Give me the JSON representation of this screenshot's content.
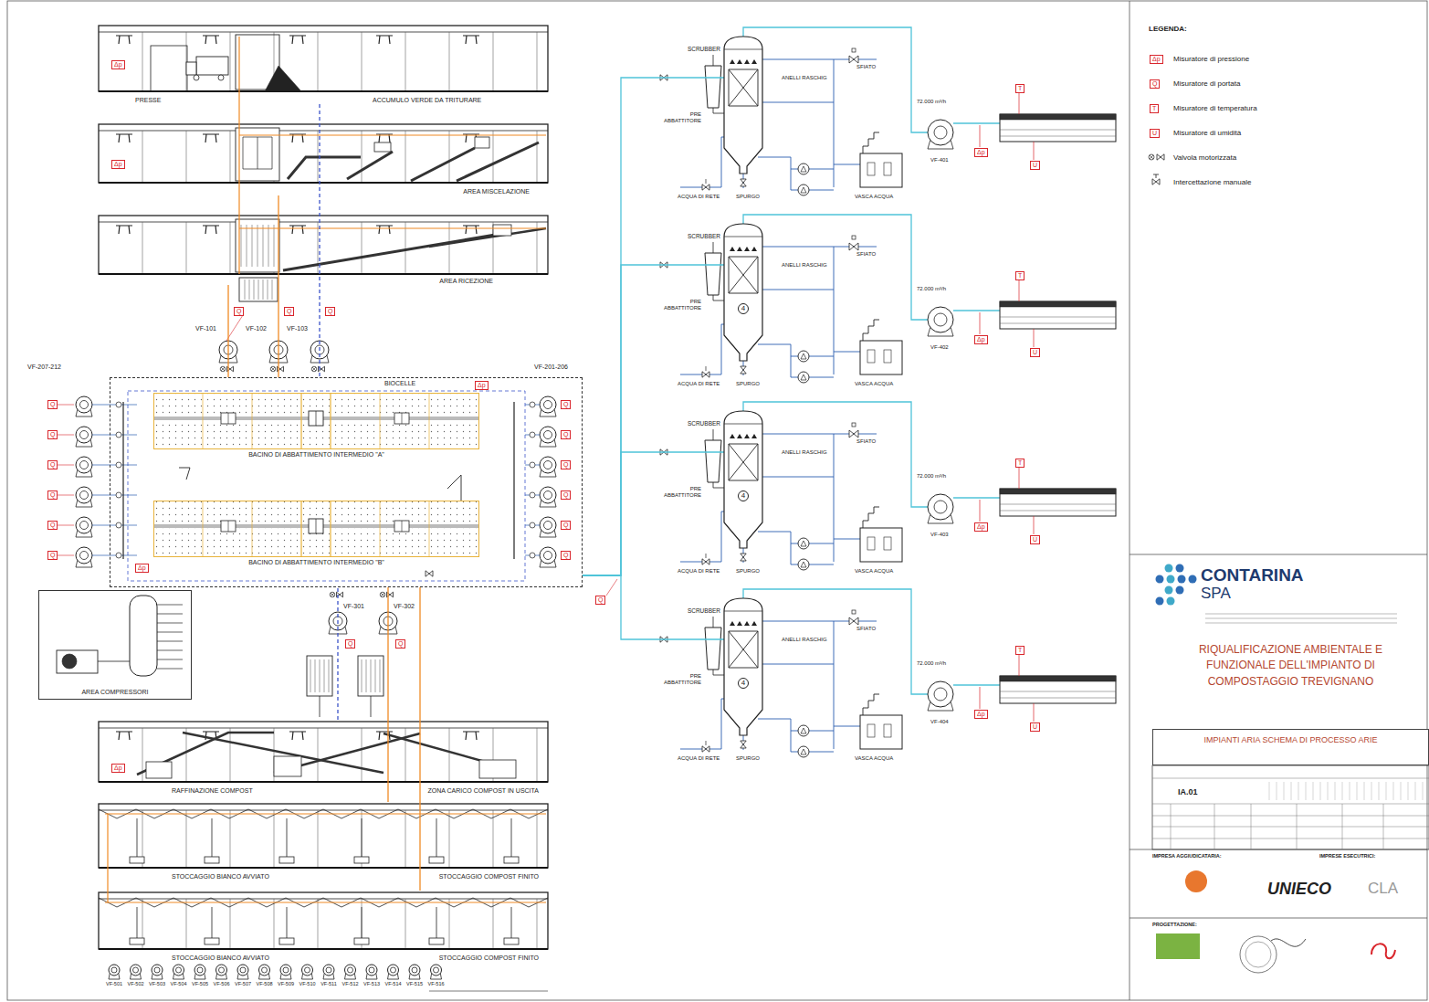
{
  "diagram": {
    "title": "RIQUALIFICAZIONE AMBIENTALE E FUNZIONALE DELL'IMPIANTO DI COMPOSTAGGIO TREVIGNANO",
    "nodes": [
      {
        "text": [
          "PRESSE",
          "ACCUMULO VERDE DA TRITURARE"
        ]
      },
      {
        "text": [
          "AREA MISCELAZIONE"
        ]
      },
      {
        "text": [
          "AREA RICEZIONE"
        ]
      },
      {
        "text": [
          "BIOCELLE"
        ]
      },
      {
        "text": [
          "BACINO DI ABBATTIMENTO INTERMEDIO \"A\""
        ],
        "in": 3
      },
      {
        "text": [
          "BACINO DI ABBATTIMENTO INTERMEDIO \"B\""
        ],
        "in": 3
      },
      {
        "text": [
          "AREA COMPRESSORI"
        ]
      },
      {
        "text": [
          "RAFFINAZIONE COMPOST",
          "ZONA CARICO COMPOST IN USCITA"
        ]
      },
      {
        "text": [
          "STOCCAGGIO BIANCO AVVIATO",
          "STOCCAGGIO COMPOST FINITO"
        ]
      },
      {
        "text": [
          "STOCCAGGIO BIANCO AVVIATO",
          "STOCCAGGIO COMPOST FINITO"
        ]
      },
      {
        "text": [
          "SCRUBBER"
        ]
      },
      {
        "text": [
          "SCRUBBER"
        ]
      },
      {
        "text": [
          "SCRUBBER"
        ]
      },
      {
        "text": [
          "SCRUBBER"
        ]
      },
      {
        "text": [
          "IMPIANTI ARIA SCHEMA DI PROCESSO ARIE"
        ]
      }
    ],
    "edges": [
      {
        "from": 0,
        "to": 3,
        "arrow": "none"
      },
      {
        "from": 1,
        "to": 3,
        "arrow": "none"
      },
      {
        "from": 2,
        "to": 3,
        "arrow": "none"
      },
      {
        "from": 3,
        "to": 10,
        "arrow": "none"
      },
      {
        "from": 3,
        "to": 11,
        "arrow": "none"
      },
      {
        "from": 3,
        "to": 12,
        "arrow": "none"
      },
      {
        "from": 3,
        "to": 13,
        "arrow": "none"
      },
      {
        "from": 7,
        "to": 3,
        "arrow": "none"
      },
      {
        "from": 8,
        "to": 3,
        "arrow": "none"
      },
      {
        "from": 9,
        "to": 3,
        "arrow": "none"
      }
    ],
    "labels": [
      "LEGENDA:",
      "Δp",
      "Q",
      "T",
      "U",
      "Δp",
      "Δp",
      "Δp",
      "VF-101",
      "VF-102",
      "VF-103",
      "Q",
      "Q",
      "Q",
      "VF-207-212",
      "VF-201-206",
      "Q",
      "Q",
      "Q",
      "Q",
      "Q",
      "Q",
      "Q",
      "Q",
      "Q",
      "Q",
      "Q",
      "Q",
      "Δp",
      "Δp",
      "Q",
      "VF-301",
      "VF-302",
      "Q",
      "Q",
      "PRE ABBATTITORE",
      "ANELLI RASCHIG",
      "SFIATO",
      "SPURGO",
      "ACQUA DI RETE",
      "VASCA ACQUA",
      "72.000 m³/h",
      "VF-401",
      "T",
      "U",
      "Δp",
      "PRE ABBATTITORE",
      "ANELLI RASCHIG",
      "SFIATO",
      "SPURGO",
      "ACQUA DI RETE",
      "VASCA ACQUA",
      "72.000 m³/h",
      "VF-402",
      "T",
      "U",
      "Δp",
      "4",
      "PRE ABBATTITORE",
      "ANELLI RASCHIG",
      "SFIATO",
      "SPURGO",
      "ACQUA DI RETE",
      "VASCA ACQUA",
      "72.000 m³/h",
      "VF-403",
      "T",
      "U",
      "Δp",
      "4",
      "PRE ABBATTITORE",
      "ANELLI RASCHIG",
      "SFIATO",
      "SPURGO",
      "ACQUA DI RETE",
      "VASCA ACQUA",
      "72.000 m³/h",
      "VF-404",
      "T",
      "U",
      "Δp",
      "4",
      "VF-501",
      "VF-502",
      "VF-503",
      "VF-504",
      "VF-505",
      "VF-506",
      "VF-507",
      "VF-508",
      "VF-509",
      "VF-510",
      "VF-511",
      "VF-512",
      "VF-513",
      "VF-514",
      "VF-515",
      "VF-516",
      "CONTARINA",
      "SPA",
      "IA.01",
      "IMPRESA AGGIUDICATARIA:",
      "IMPRESE ESECUTRICI:",
      "UNIECO",
      "CLA",
      "PROGETTAZIONE:"
    ],
    "legend": [
      {
        "text": "Misuratore di pressione"
      },
      {
        "text": "Misuratore di portata"
      },
      {
        "text": "Misuratore di temperatura"
      },
      {
        "text": "Misuratore di umidità"
      },
      {
        "text": "Valvola motorizzata"
      },
      {
        "text": "Intercettazione manuale"
      }
    ]
  }
}
